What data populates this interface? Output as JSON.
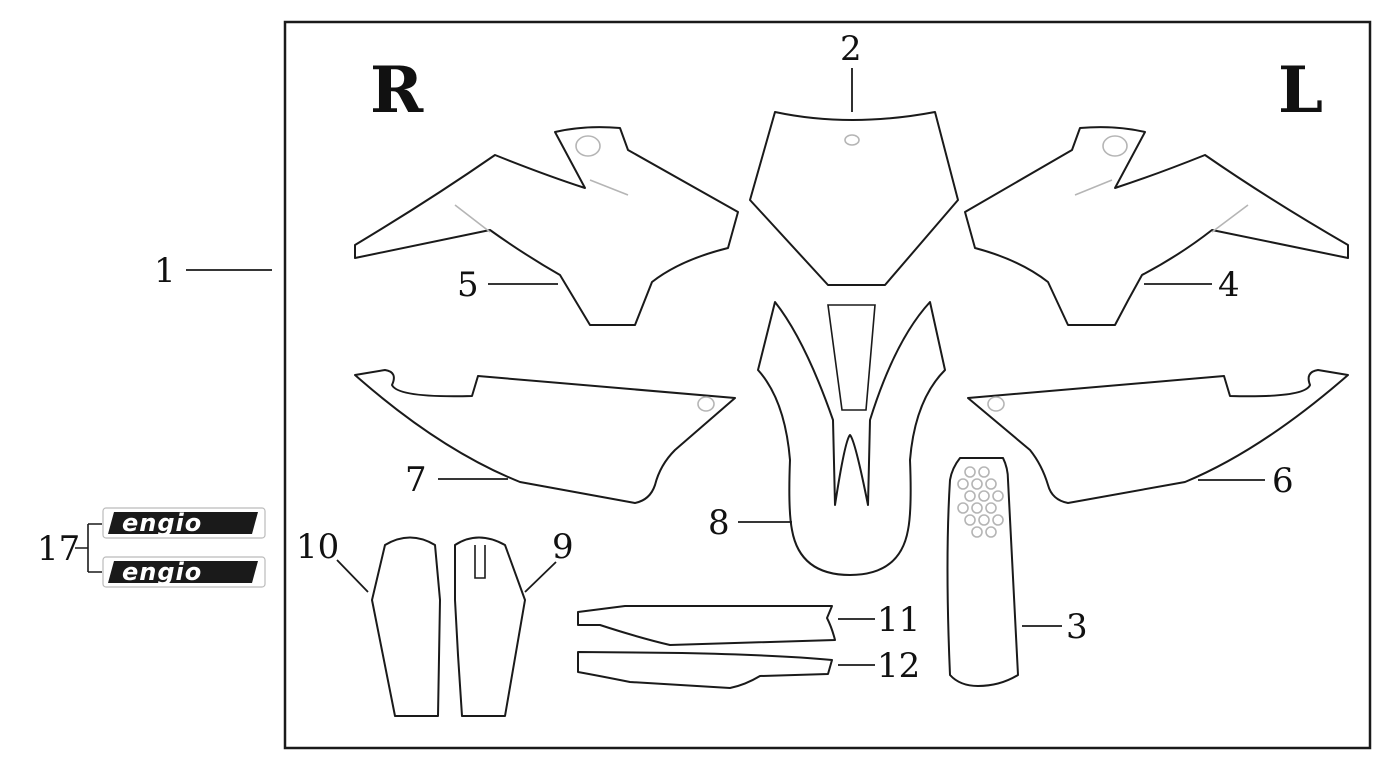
{
  "side_labels": {
    "right": "R",
    "left": "L"
  },
  "callouts": {
    "kit": "1",
    "front_plate": "2",
    "seat_cover": "3",
    "left_shroud": "4",
    "right_shroud": "5",
    "left_side_panel": "6",
    "right_side_panel": "7",
    "front_fender": "8",
    "left_fork_guard": "9",
    "right_fork_guard": "10",
    "upper_swingarm": "11",
    "lower_swingarm": "12",
    "emblem_pair": "17"
  },
  "emblem": {
    "text": "engio"
  },
  "colors": {
    "line": "#1a1a1a",
    "ghost": "#b5b5b5",
    "decal": "#1a1a1a"
  }
}
